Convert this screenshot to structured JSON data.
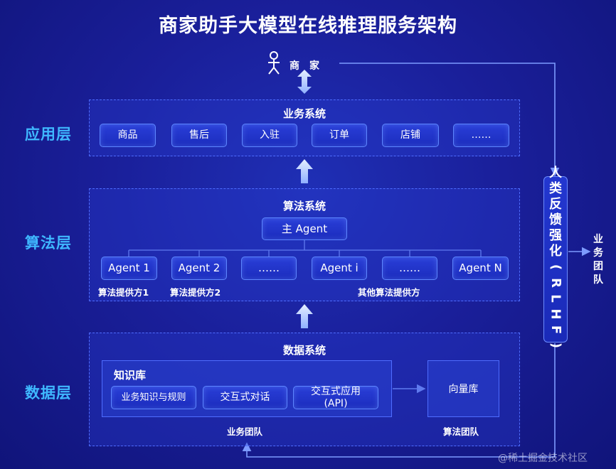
{
  "title": "商家助手大模型在线推理服务架构",
  "merchant": "商　家",
  "layers": {
    "app": "应用层",
    "algo": "算法层",
    "data": "数据层"
  },
  "business": {
    "title": "业务系统",
    "items": [
      "商品",
      "售后",
      "入驻",
      "订单",
      "店铺",
      "……"
    ]
  },
  "algorithm": {
    "title": "算法系统",
    "main_agent": "主 Agent",
    "agents": [
      "Agent 1",
      "Agent 2",
      "……",
      "Agent i",
      "……",
      "Agent N"
    ],
    "providers": [
      "算法提供方1",
      "算法提供方2",
      "其他算法提供方"
    ]
  },
  "datasys": {
    "title": "数据系统",
    "kb_title": "知识库",
    "kb_items": [
      "业务知识与规则",
      "交互式对话",
      "交互式应用",
      "(API)"
    ],
    "vector": "向量库",
    "team_business": "业务团队",
    "team_algo": "算法团队"
  },
  "rlhf": {
    "chars": [
      "人",
      "类",
      "反",
      "馈",
      "强",
      "化"
    ],
    "rotated": [
      "(",
      "R",
      "L",
      "H",
      "F",
      ")"
    ]
  },
  "business_team": [
    "业",
    "务",
    "团",
    "队"
  ],
  "watermark": "@稀土掘金技术社区",
  "colors": {
    "background": "#1a1f9a",
    "layer_label": "#3fb8ff",
    "box_border": "#5d86ff",
    "connector": "#7d9bff",
    "arrow": "#bcd2ff"
  }
}
